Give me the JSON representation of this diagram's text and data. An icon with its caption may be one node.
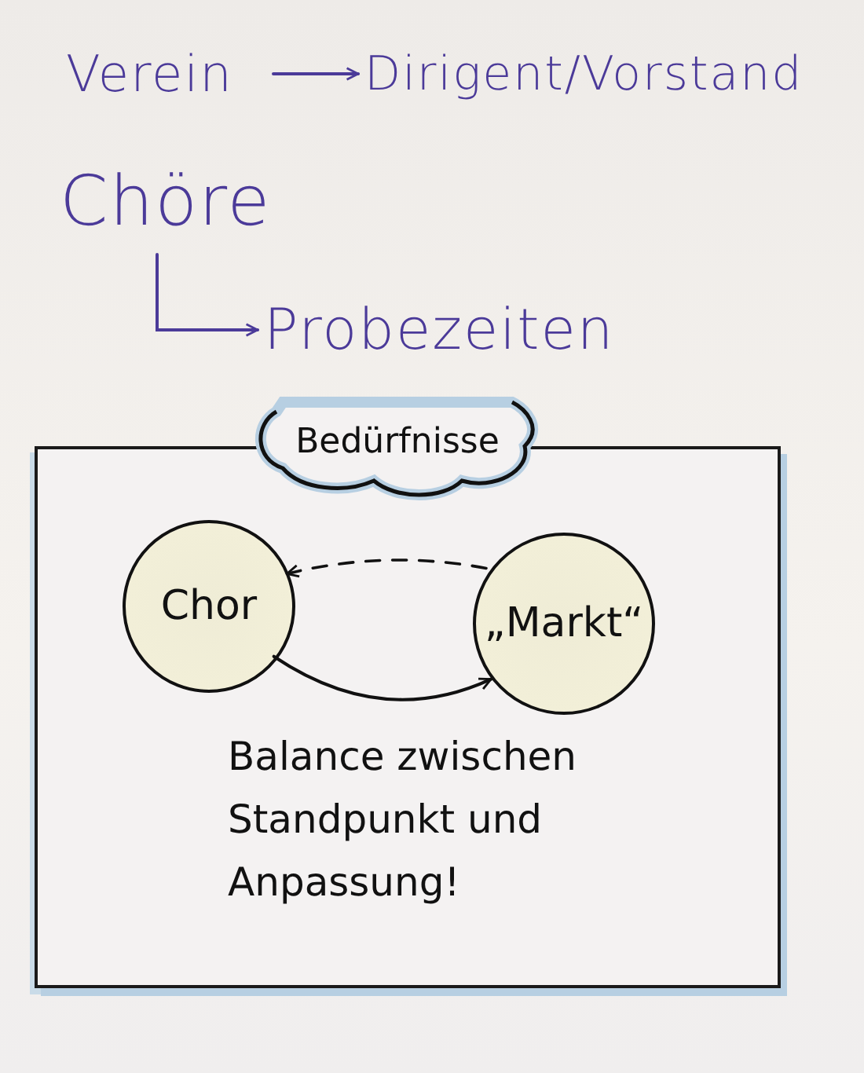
{
  "diagram": {
    "nodes": [
      {
        "text": [
          "Verein"
        ]
      },
      {
        "text": [
          "Dirigent/Vorstand"
        ]
      },
      {
        "text": [
          "Chöre"
        ]
      },
      {
        "text": [
          "Probezeiten"
        ]
      },
      {
        "text": [],
        "shape": "box"
      },
      {
        "text": [
          "Bedürfnisse"
        ]
      },
      {
        "text": [
          "Chor"
        ],
        "in": 4
      },
      {
        "text": [
          "„Markt“"
        ],
        "in": 4
      }
    ],
    "edges": [
      {
        "from": 0,
        "to": 1,
        "arrow": "to",
        "color": "#4b3a99"
      },
      {
        "from": 2,
        "to": 3,
        "arrow": "to",
        "color": "#4b3a99"
      },
      {
        "from": 6,
        "to": 7,
        "arrow": "to",
        "color": "#111111"
      },
      {
        "from": 7,
        "to": 6,
        "arrow": "to",
        "style": "dashed",
        "color": "#111111"
      }
    ],
    "labels": [
      "Balance zwischen Standpunkt und Anpassung!"
    ]
  }
}
